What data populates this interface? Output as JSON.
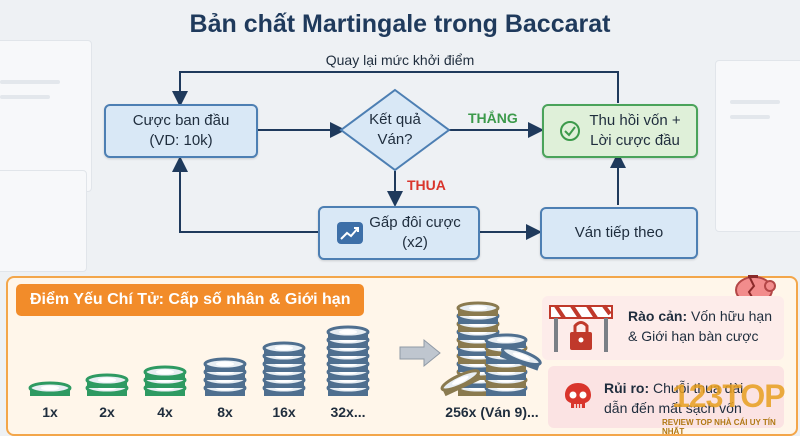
{
  "title": "Bản chất Martingale trong Baccarat",
  "loop_label": "Quay lại mức khởi điểm",
  "nodes": {
    "initial_bet": {
      "line1": "Cược ban đầu",
      "line2": "(VD: 10k)"
    },
    "decision": {
      "line1": "Kết quả",
      "line2": "Ván?"
    },
    "win": {
      "line1": "Thu hồi vốn +",
      "line2": "Lời cược đầu"
    },
    "double": {
      "line1": "Gấp đôi cược",
      "line2": "(x2)"
    },
    "next": {
      "line1": "Ván tiếp theo"
    }
  },
  "edges": {
    "win_label": "THẮNG",
    "lose_label": "THUA"
  },
  "weakness": {
    "title": "Điểm Yếu Chí Tử: Cấp số nhân & Giới hạn",
    "multipliers": [
      "1x",
      "2x",
      "4x",
      "8x",
      "16x",
      "32x...",
      "256x (Ván 9)..."
    ],
    "barrier": {
      "label": "Rào cản:",
      "text1": " Vốn hữu hạn",
      "text2": "& Giới hạn bàn cược"
    },
    "risk": {
      "label": "Rủi ro:",
      "text1": " Chuỗi thua dài",
      "text2": "dẫn đến mất sạch vốn"
    }
  },
  "watermark": {
    "logo": "123TOP",
    "tagline": "REVIEW TOP NHÀ CÁI UY TÍN NHẤT"
  },
  "colors": {
    "title": "#1f3a5c",
    "blue_border": "#4d7fb3",
    "blue_fill": "#d9e8f6",
    "green_border": "#4aa35a",
    "green_fill": "#dff0d9",
    "lose_red": "#d9352c",
    "win_green": "#3c9a4b",
    "panel_orange": "#f28c2a"
  }
}
